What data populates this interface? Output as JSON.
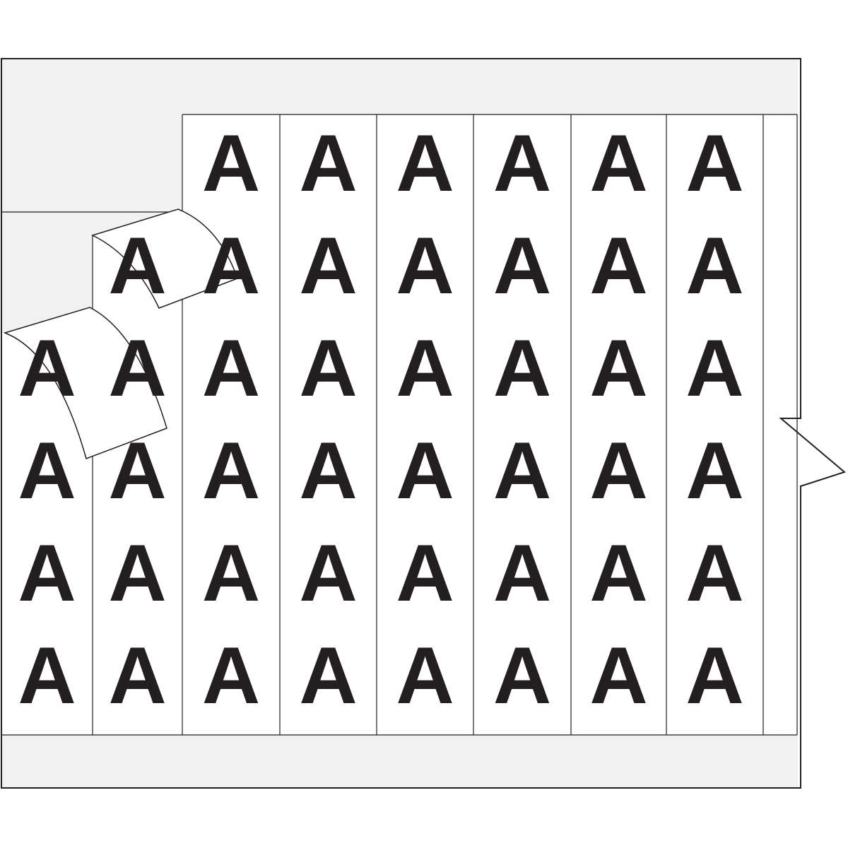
{
  "sheet": {
    "label_character": "A",
    "columns": 8,
    "rows": 6,
    "removed_labels": [
      [
        0,
        0
      ],
      [
        0,
        1
      ],
      [
        1,
        0
      ]
    ],
    "peeled_labels": 2,
    "colors": {
      "ink": "#231f20",
      "liner": "#f1f1f1",
      "label": "#ffffff",
      "outline": "#231f20"
    }
  }
}
